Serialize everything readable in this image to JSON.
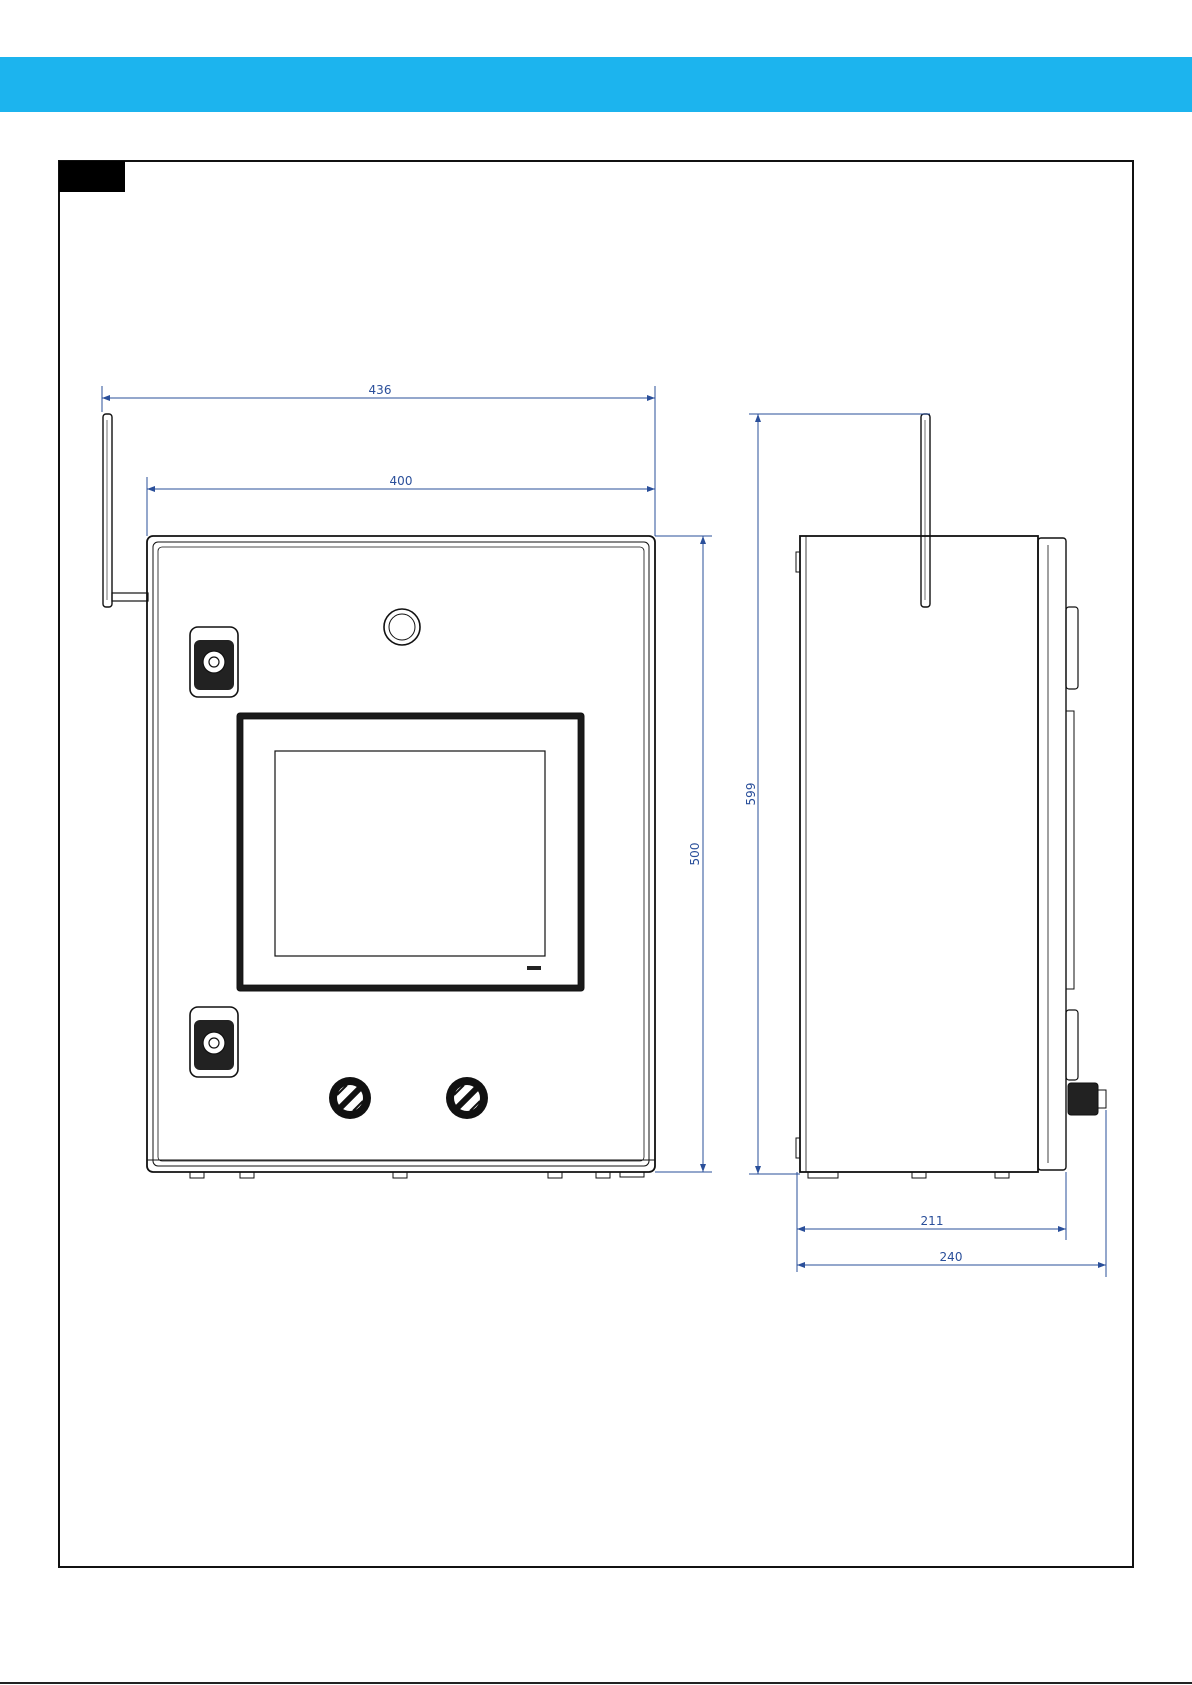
{
  "drawing": {
    "dimensions": {
      "front_outer_width": "436",
      "front_width": "400",
      "front_height": "500",
      "side_total_height": "599",
      "side_depth": "211",
      "side_total_depth": "240"
    }
  },
  "colors": {
    "header_band": "#1cb4ee",
    "dimension_line": "#2a4f9a",
    "outline": "#111111"
  }
}
